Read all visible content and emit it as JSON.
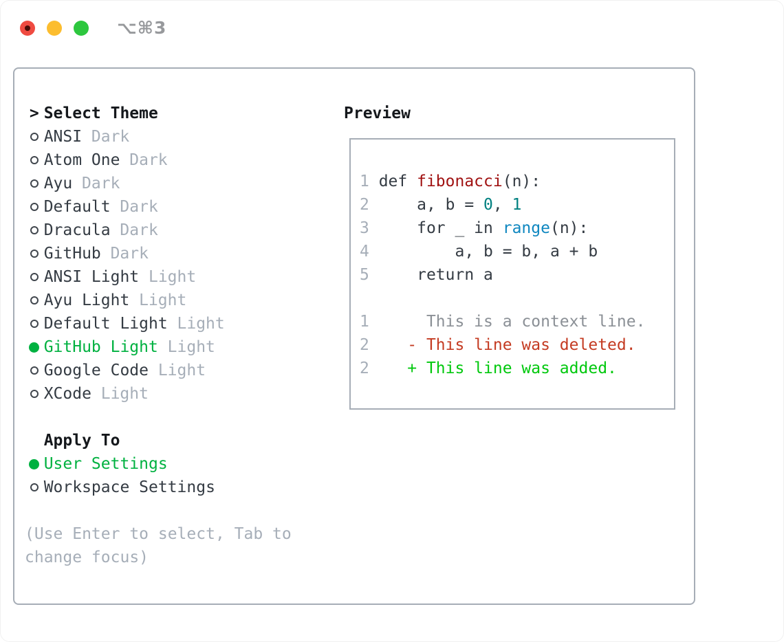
{
  "window": {
    "title": "⌥⌘3",
    "buttons": [
      "close",
      "minimize",
      "maximize"
    ]
  },
  "colors": {
    "ink": "#343b43",
    "heading": "#15181c",
    "muted": "#a6aeb8",
    "ring": "#40464d",
    "accent": "#00b140",
    "ctx": "#8b9096",
    "del": "#c43b22",
    "add": "#00c80d",
    "fn": "#a01212",
    "num": "#008080",
    "builtin": "#0f87c0",
    "border": "#a6adb6",
    "traffic_red": "#ef4b41",
    "traffic_yellow": "#fcbd2f",
    "traffic_green": "#2dc73e"
  },
  "theme_picker": {
    "focus_marker": ">",
    "heading": "Select Theme",
    "items": [
      {
        "name": "ANSI",
        "variant": "Dark",
        "selected": false
      },
      {
        "name": "Atom One",
        "variant": "Dark",
        "selected": false
      },
      {
        "name": "Ayu",
        "variant": "Dark",
        "selected": false
      },
      {
        "name": "Default",
        "variant": "Dark",
        "selected": false
      },
      {
        "name": "Dracula",
        "variant": "Dark",
        "selected": false
      },
      {
        "name": "GitHub",
        "variant": "Dark",
        "selected": false
      },
      {
        "name": "ANSI Light",
        "variant": "Light",
        "selected": false
      },
      {
        "name": "Ayu Light",
        "variant": "Light",
        "selected": false
      },
      {
        "name": "Default Light",
        "variant": "Light",
        "selected": false
      },
      {
        "name": "GitHub Light",
        "variant": "Light",
        "selected": true
      },
      {
        "name": "Google Code",
        "variant": "Light",
        "selected": false
      },
      {
        "name": "XCode",
        "variant": "Light",
        "selected": false
      }
    ]
  },
  "apply_to": {
    "heading": "Apply To",
    "options": [
      {
        "label": "User Settings",
        "selected": true
      },
      {
        "label": "Workspace Settings",
        "selected": false
      }
    ]
  },
  "hint": {
    "line1": "(Use Enter to select, Tab to",
    "line2": "change focus)"
  },
  "preview": {
    "heading": "Preview",
    "lines": [
      {
        "tokens": [
          {
            "text": "1 ",
            "style": "ln"
          },
          {
            "text": "def ",
            "style": "code"
          },
          {
            "text": "fibonacci",
            "style": "fn"
          },
          {
            "text": "(n):",
            "style": "code"
          }
        ]
      },
      {
        "tokens": [
          {
            "text": "2 ",
            "style": "ln"
          },
          {
            "text": "    a, b = ",
            "style": "code"
          },
          {
            "text": "0",
            "style": "num"
          },
          {
            "text": ", ",
            "style": "code"
          },
          {
            "text": "1",
            "style": "num"
          }
        ]
      },
      {
        "tokens": [
          {
            "text": "3 ",
            "style": "ln"
          },
          {
            "text": "    for _ in ",
            "style": "code"
          },
          {
            "text": "range",
            "style": "builtin"
          },
          {
            "text": "(n):",
            "style": "code"
          }
        ]
      },
      {
        "tokens": [
          {
            "text": "4 ",
            "style": "ln"
          },
          {
            "text": "        a, b = b, a + b",
            "style": "code"
          }
        ]
      },
      {
        "tokens": [
          {
            "text": "5 ",
            "style": "ln"
          },
          {
            "text": "    return a",
            "style": "code"
          }
        ]
      },
      {
        "tokens": []
      },
      {
        "tokens": [
          {
            "text": "1",
            "style": "ln"
          },
          {
            "text": "      This is a context line.",
            "style": "ctx"
          }
        ]
      },
      {
        "tokens": [
          {
            "text": "2",
            "style": "ln"
          },
          {
            "text": "    ",
            "style": "code"
          },
          {
            "text": "- This line was deleted.",
            "style": "del"
          }
        ]
      },
      {
        "tokens": [
          {
            "text": "2",
            "style": "ln"
          },
          {
            "text": "    ",
            "style": "code"
          },
          {
            "text": "+ This line was added.",
            "style": "add"
          }
        ]
      }
    ]
  }
}
